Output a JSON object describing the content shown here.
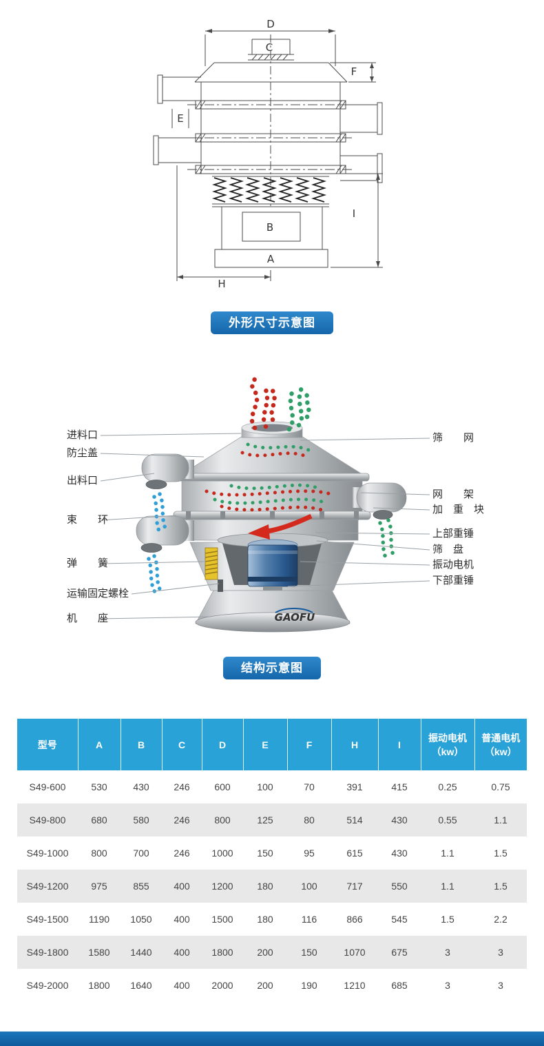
{
  "captions": {
    "dimension": "外形尺寸示意图",
    "structure": "结构示意图"
  },
  "dimension_diagram": {
    "labels": {
      "D": "D",
      "C": "C",
      "F": "F",
      "E": "E",
      "B": "B",
      "A": "A",
      "H": "H",
      "I": "I"
    }
  },
  "structure_diagram": {
    "logo": "GAOFU",
    "left_labels": [
      "进料口",
      "防尘盖",
      "出料口",
      "束　　环",
      "弹　　簧",
      "运输固定螺栓",
      "机　　座"
    ],
    "right_labels": [
      "筛　　网",
      "网　　架",
      "加　重　块",
      "上部重锤",
      "筛　盘",
      "振动电机",
      "下部重锤"
    ]
  },
  "table": {
    "headers": [
      "型号",
      "A",
      "B",
      "C",
      "D",
      "E",
      "F",
      "H",
      "I",
      "振动电机\n（kw）",
      "普通电机\n（kw）"
    ],
    "rows": [
      [
        "S49-600",
        "530",
        "430",
        "246",
        "600",
        "100",
        "70",
        "391",
        "415",
        "0.25",
        "0.75"
      ],
      [
        "S49-800",
        "680",
        "580",
        "246",
        "800",
        "125",
        "80",
        "514",
        "430",
        "0.55",
        "1.1"
      ],
      [
        "S49-1000",
        "800",
        "700",
        "246",
        "1000",
        "150",
        "95",
        "615",
        "430",
        "1.1",
        "1.5"
      ],
      [
        "S49-1200",
        "975",
        "855",
        "400",
        "1200",
        "180",
        "100",
        "717",
        "550",
        "1.1",
        "1.5"
      ],
      [
        "S49-1500",
        "1190",
        "1050",
        "400",
        "1500",
        "180",
        "116",
        "866",
        "545",
        "1.5",
        "2.2"
      ],
      [
        "S49-1800",
        "1580",
        "1440",
        "400",
        "1800",
        "200",
        "150",
        "1070",
        "675",
        "3",
        "3"
      ],
      [
        "S49-2000",
        "1800",
        "1640",
        "400",
        "2000",
        "200",
        "190",
        "1210",
        "685",
        "3",
        "3"
      ]
    ]
  },
  "colors": {
    "table_header_blue": "#29a2d8",
    "badge_blue": "#1566ab",
    "footer_blue": "#0f5a9b",
    "row_alt_gray": "#e8e8e8",
    "motor_blue": "#2c5c92",
    "particle_red": "#c5281c",
    "particle_green": "#2f9e66",
    "particle_blue": "#2f9fd6"
  }
}
